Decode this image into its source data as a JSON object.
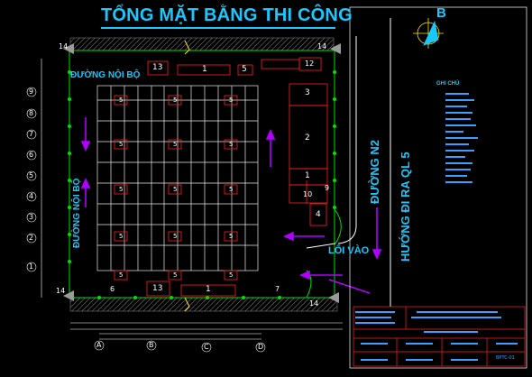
{
  "title": "TỔNG MẶT BẰNG THI CÔNG",
  "labels": {
    "road_top": "ĐƯỜNG NỘI BỘ",
    "road_left": "ĐƯỜNG NỘI BỘ",
    "road_n2": "ĐƯỜNG N2",
    "road_ql5": "HƯỚNG ĐI RA QL 5",
    "entrance": "LỐI VÀO",
    "compass": "B",
    "legend_title": "GHI CHÚ",
    "drawing_no": "BPTC-01"
  },
  "tags": {
    "t13": "13",
    "t14": "14",
    "t1": "1",
    "t5": "5",
    "t12": "12",
    "t3": "3",
    "t2": "2",
    "t10": "10",
    "t4": "4",
    "t9": "9",
    "t6": "6",
    "t7": "7"
  },
  "grid": {
    "columns": [
      "A",
      "B",
      "C",
      "D"
    ],
    "rows": [
      "9",
      "8",
      "7",
      "6",
      "5",
      "4",
      "3",
      "2",
      "1"
    ]
  },
  "colors": {
    "boundary": "#00e000",
    "facility": "#ff2020",
    "grid": "#ffffff",
    "accent": "#19c8ff",
    "arrow": "#b000ff",
    "hatch": "#707070",
    "legend_lines": "#3aa0ff"
  }
}
